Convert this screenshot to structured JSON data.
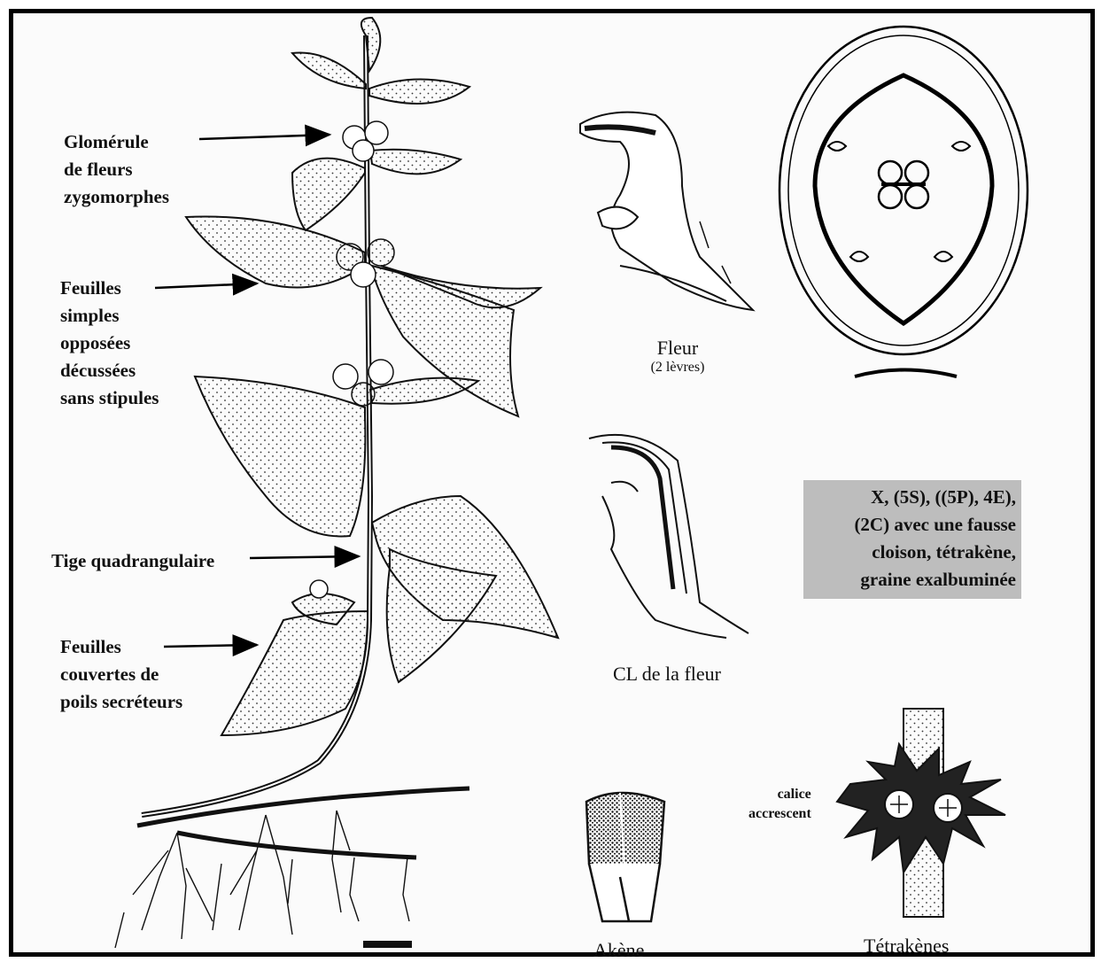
{
  "labels": {
    "glomerule": [
      "Glomérule",
      "de fleurs",
      "zygomorphes"
    ],
    "feuilles_simples": [
      "Feuilles",
      "simples",
      "opposées",
      "décussées",
      "sans stipules"
    ],
    "tige": "Tige quadrangulaire",
    "feuilles_poils": [
      "Feuilles",
      "couvertes de",
      "poils secréteurs"
    ]
  },
  "captions": {
    "fleur": "Fleur",
    "fleur_sub": "(2 lèvres)",
    "cl_fleur": "CL de la fleur",
    "akene": "Akène",
    "calice": [
      "calice",
      "accrescent"
    ],
    "tetrakenes": "Tétrakènes"
  },
  "formula": [
    "X, (5S), ((5P), 4E),",
    "(2C) avec une fausse",
    "cloison,   tétrakène,",
    "graine exalbuminée"
  ]
}
